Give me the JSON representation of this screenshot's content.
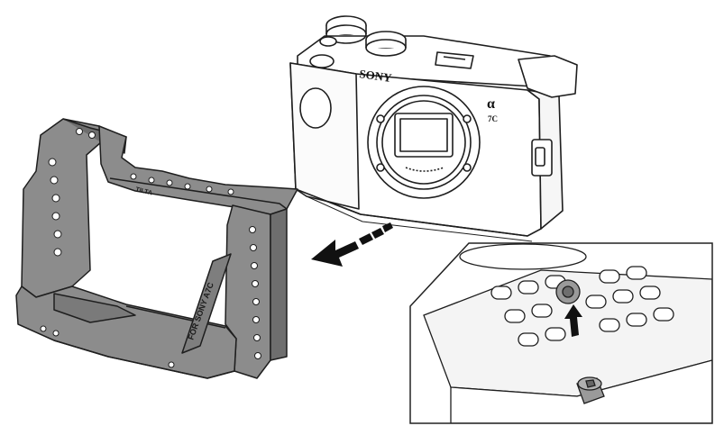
{
  "figure": {
    "type": "assembly-instruction-illustration",
    "subject": "camera cage mounting"
  },
  "camera": {
    "brand_label": "SONY",
    "alpha_symbol": "α",
    "model_badge": "7C"
  },
  "cage": {
    "engraving_model": "FOR SONY A7C",
    "engraving_logo": "TILTA",
    "color": "#8c8c8c"
  },
  "arrows": {
    "assembly_direction": "camera slides into cage (down-left)",
    "detail_direction": "screw inserted from below (up)"
  },
  "detail_inset": {
    "description": "close-up of cage base plate with mounting screw",
    "border_color": "#222222"
  },
  "colors": {
    "line": "#1e1e1e",
    "cage_fill": "#8c8c8c",
    "cage_dark": "#6e6e6e",
    "camera_fill": "#ffffff"
  }
}
